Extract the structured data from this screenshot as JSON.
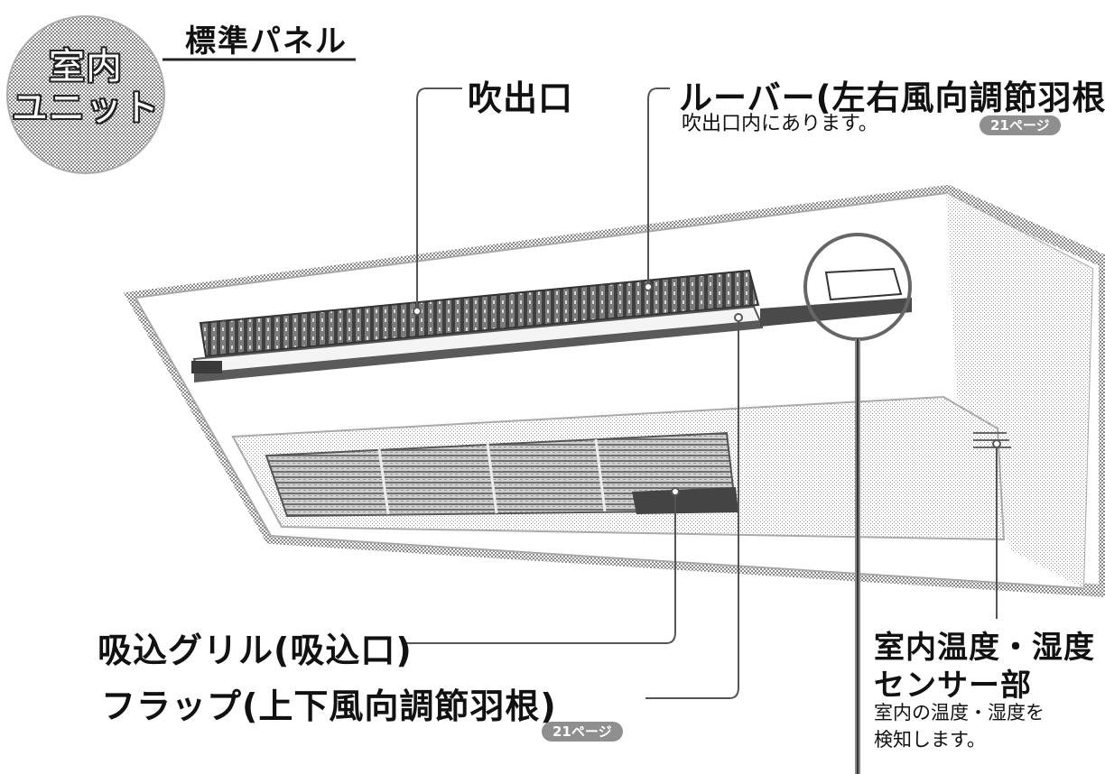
{
  "badge": {
    "line1": "室内",
    "line2": "ユニット"
  },
  "header": {
    "title": "標準パネル"
  },
  "labels": {
    "outlet": {
      "title": "吹出口"
    },
    "louver": {
      "title": "ルーバー(左右風向調節羽根)",
      "note": "吹出口内にあります。",
      "page_ref": "21ページ"
    },
    "intake_grille": {
      "title": "吸込グリル(吸込口)"
    },
    "flap": {
      "title": "フラップ(上下風向調節羽根)",
      "page_ref": "21ページ"
    },
    "sensor": {
      "title_line1": "室内温度・湿度",
      "title_line2": "センサー部",
      "note_line1": "室内の温度・湿度を",
      "note_line2": "検知します。"
    }
  },
  "colors": {
    "line": "#555555",
    "panel_edge": "#9a9a9a",
    "grille": "#7a7a7a",
    "badge": "#b9b9b9"
  }
}
